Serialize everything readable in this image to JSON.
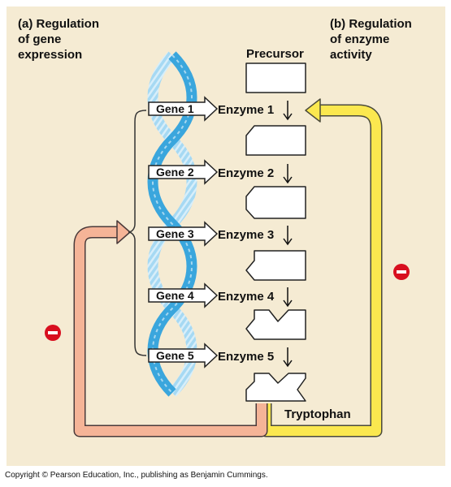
{
  "heading_a": "(a) Regulation\nof gene\nexpression",
  "heading_b": "(b) Regulation\nof enzyme\nactivity",
  "precursor_label": "Precursor",
  "product_label": "Tryptophan",
  "genes": [
    "Gene 1",
    "Gene 2",
    "Gene 3",
    "Gene 4",
    "Gene 5"
  ],
  "enzymes": [
    "Enzyme 1",
    "Enzyme 2",
    "Enzyme 3",
    "Enzyme 4",
    "Enzyme 5"
  ],
  "inhibition_symbol": "−",
  "copyright": "Copyright © Pearson Education, Inc., publishing as Benjamin Cummings.",
  "colors": {
    "background": "#f5ebd3",
    "gene_feedback_arrow": "#f5b497",
    "enzyme_feedback_arrow": "#fbe84f",
    "dna_strand_light": "#9fd6f2",
    "dna_strand_dark": "#3aa6dd",
    "inhibition": "#d80f1f"
  }
}
